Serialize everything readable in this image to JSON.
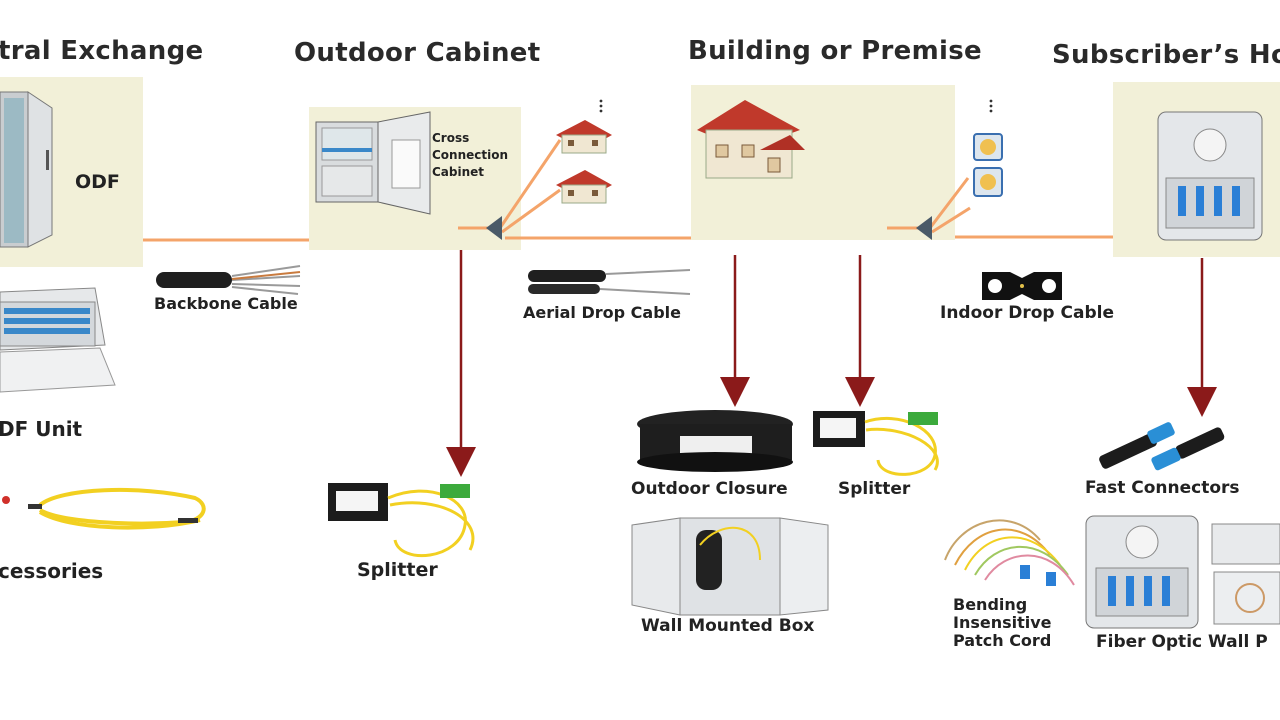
{
  "headers": {
    "central_exchange": "tral Exchange",
    "outdoor_cabinet": "Outdoor Cabinet",
    "building": "Building or Premise",
    "subscriber": "Subscriber’s Ho"
  },
  "labels": {
    "odf": "ODF",
    "odf_unit": "DF Unit",
    "accessories": "cessories",
    "backbone_cable": "Backbone Cable",
    "cross_connection_cabinet": [
      "Cross",
      "Connection",
      "Cabinet"
    ],
    "aerial_drop_cable": "Aerial Drop Cable",
    "indoor_drop_cable": "Indoor Drop Cable",
    "splitter_cabinet": "Splitter",
    "outdoor_closure": "Outdoor Closure",
    "splitter_building": "Splitter",
    "wall_mounted_box": "Wall Mounted Box",
    "fast_connectors": "Fast Connectors",
    "bending_patch_cord": [
      "Bending",
      "Insensitive",
      "Patch Cord"
    ],
    "fiber_optic_wall": "Fiber Optic Wall P"
  },
  "colors": {
    "panel": "#f2f0d8",
    "fiber_line": "#f4a46a",
    "arrow": "#8b1a1a",
    "roof": "#c0392b",
    "fiber_yellow": "#f2d021",
    "connector_blue": "#2a7fd6"
  },
  "icons": [
    "odf-rack-icon",
    "odf-unit-icon",
    "patch-cable-icon",
    "cabinet-icon",
    "house-icon",
    "splitter-icon",
    "closure-icon",
    "wall-box-icon",
    "fast-connector-icon",
    "patch-cord-icon",
    "termination-box-icon",
    "drop-cable-icon"
  ]
}
